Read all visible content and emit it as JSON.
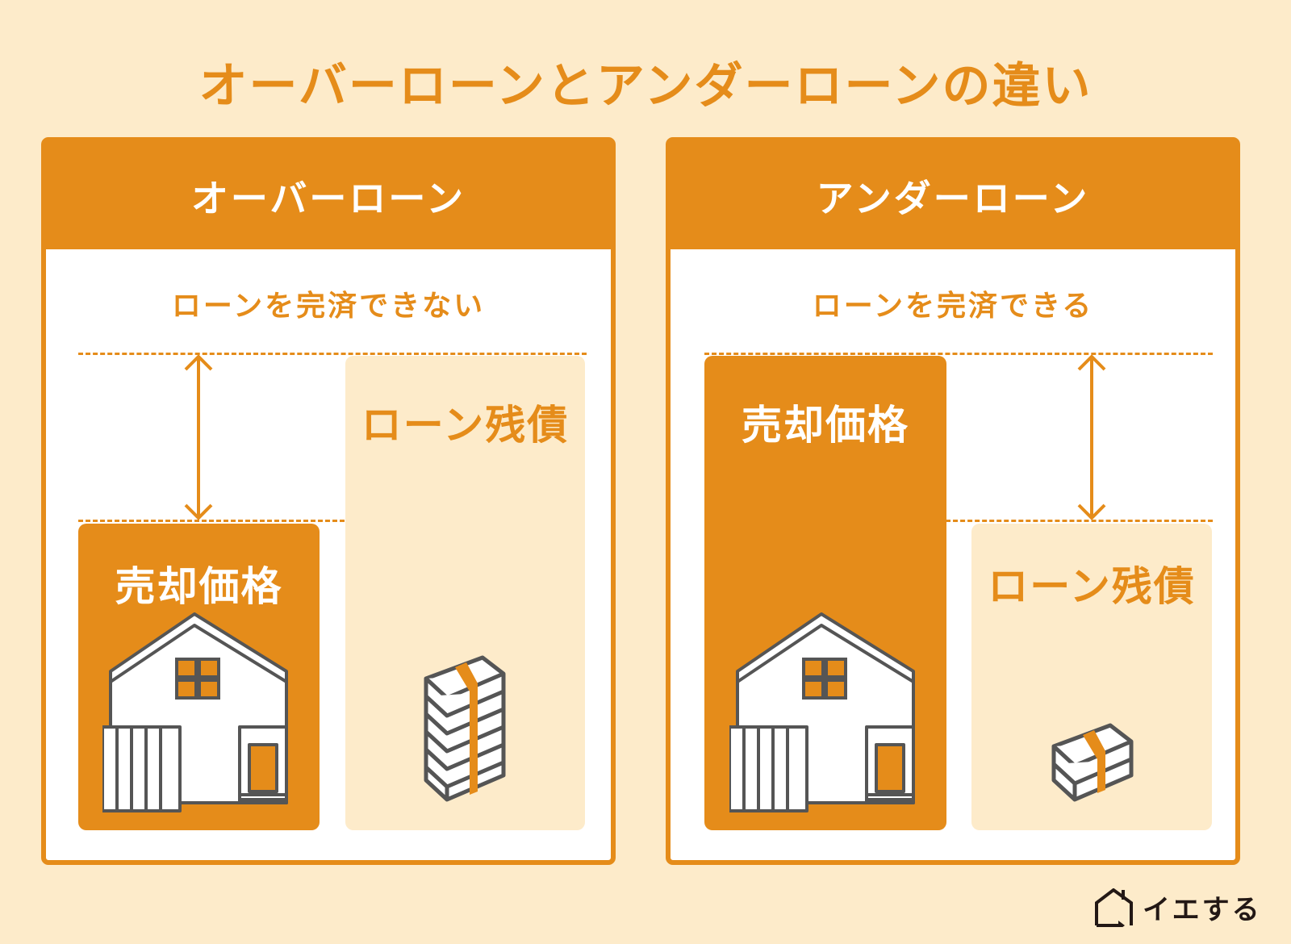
{
  "title": "オーバーローンとアンダーローンの違い",
  "colors": {
    "accent": "#E58C1A",
    "background": "#FDEBCA",
    "panel": "#FFFFFF",
    "outline": "#555555"
  },
  "panels": [
    {
      "header": "オーバーローン",
      "subtitle": "ローンを完済できない",
      "sale_label": "売却価格",
      "loan_label": "ローン残債"
    },
    {
      "header": "アンダーローン",
      "subtitle": "ローンを完済できる",
      "sale_label": "売却価格",
      "loan_label": "ローン残債"
    }
  ],
  "logo": {
    "text": "イエする",
    "icon_text": "イエする"
  }
}
